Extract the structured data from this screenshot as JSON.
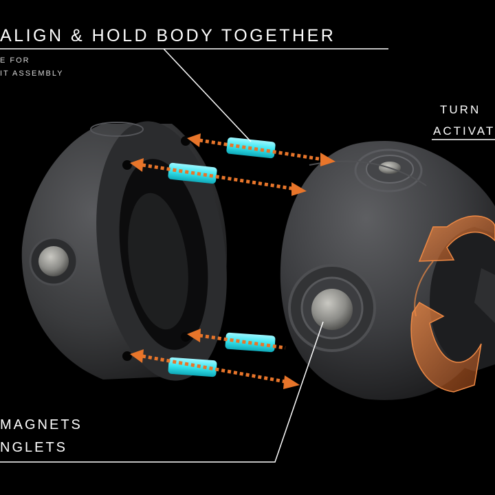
{
  "texts": {
    "headline": "ALIGN & HOLD BODY TOGETHER",
    "sub_line1": "E FOR",
    "sub_line2": "IT ASSEMBLY",
    "turn_line1": "TURN",
    "turn_line2": "ACTIVAT",
    "magnets_line1": "MAGNETS",
    "magnets_line2": "NGLETS"
  },
  "colors": {
    "background": "#000000",
    "body": "#3a3b3d",
    "pin": "#36e6f0",
    "arrow": "#e8752a",
    "rotation": "#d9692a",
    "line": "#ffffff",
    "magnet": "#8c8c88"
  },
  "icons": {
    "arrow": "double-headed-dotted-arrow",
    "rotation": "circular-rotation-arrows"
  }
}
